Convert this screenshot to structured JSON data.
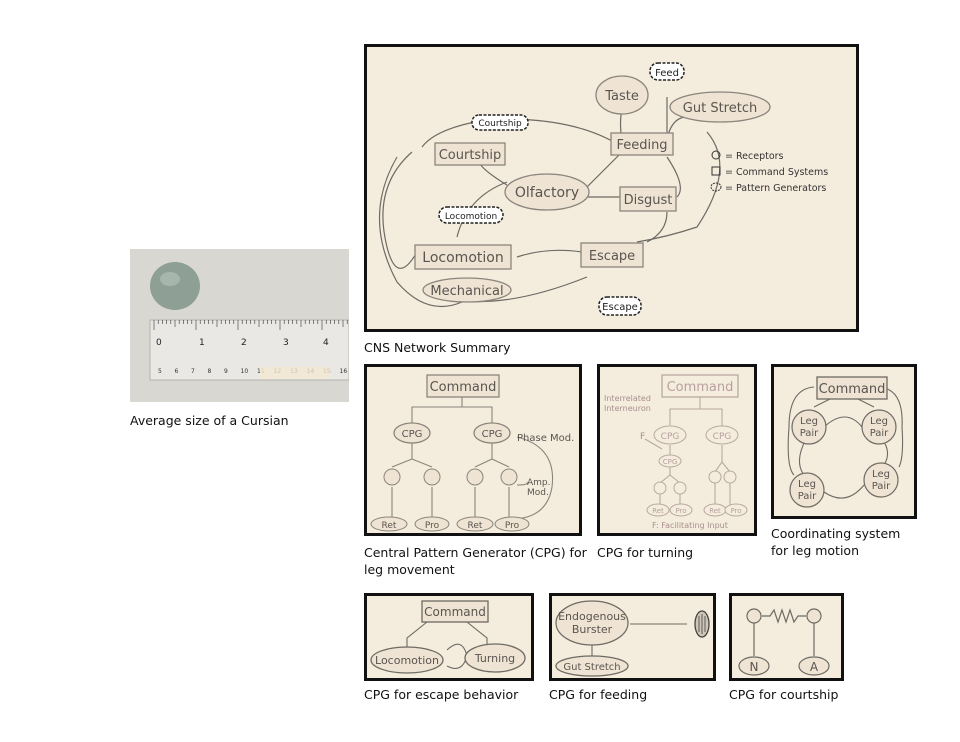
{
  "captions": {
    "photo": "Average size of a Cursian",
    "cns": "CNS Network Summary",
    "cpg_leg_line1": "Central Pattern Generator (CPG) for",
    "cpg_leg_line2": "leg movement",
    "cpg_turning": "CPG for turning",
    "coordinating_line1": "Coordinating system",
    "coordinating_line2": "for leg motion",
    "cpg_escape": "CPG for escape behavior",
    "cpg_feeding": "CPG for feeding",
    "cpg_courtship": "CPG for courtship"
  },
  "ruler": {
    "top_numbers": [
      "0",
      "1",
      "2",
      "3",
      "4"
    ],
    "bottom_numbers": [
      "5",
      "6",
      "7",
      "8",
      "9",
      "10",
      "11",
      "12",
      "13",
      "14",
      "15",
      "16"
    ]
  },
  "cns": {
    "nodes": {
      "taste": "Taste",
      "feed_tag": "Feed",
      "gut_stretch": "Gut Stretch",
      "courtship_tag": "Courtship",
      "courtship": "Courtship",
      "feeding": "Feeding",
      "olfactory": "Olfactory",
      "disgust": "Disgust",
      "locomotion_tag": "Locomotion",
      "locomotion": "Locomotion",
      "escape": "Escape",
      "mechanical": "Mechanical",
      "escape_tag": "Escape"
    },
    "legend": {
      "receptors": "= Receptors",
      "command_systems": "= Command Systems",
      "pattern_generators": "= Pattern Generators"
    }
  },
  "cpg_leg": {
    "command": "Command",
    "cpg_left": "CPG",
    "cpg_right": "CPG",
    "phase_mod": "Phase Mod.",
    "amp_mod_1": "Amp.",
    "amp_mod_2": "Mod.",
    "ret_1": "Ret",
    "pro_1": "Pro",
    "ret_2": "Ret",
    "pro_2": "Pro"
  },
  "cpg_turning_diagram": {
    "command": "Command",
    "interneuron_1": "Interrelated",
    "interneuron_2": "Interneuron",
    "f": "F",
    "cpg_left": "CPG",
    "cpg_right": "CPG",
    "cpg_small": "CPG",
    "ret_1": "Ret",
    "pro_1": "Pro",
    "ret_2": "Ret",
    "pro_2": "Pro",
    "note": "F: Facilitating Input"
  },
  "coordinating": {
    "command": "Command",
    "pair_tl_1": "Leg",
    "pair_tl_2": "Pair",
    "pair_tr_1": "Leg",
    "pair_tr_2": "Pair",
    "pair_bl_1": "Leg",
    "pair_bl_2": "Pair",
    "pair_br_1": "Leg",
    "pair_br_2": "Pair"
  },
  "escape_diagram": {
    "command": "Command",
    "locomotion": "Locomotion",
    "turning": "Turning"
  },
  "feeding_diagram": {
    "burster_1": "Endogenous",
    "burster_2": "Burster",
    "gut_stretch": "Gut Stretch"
  },
  "courtship_diagram": {
    "n": "N",
    "a": "A"
  }
}
